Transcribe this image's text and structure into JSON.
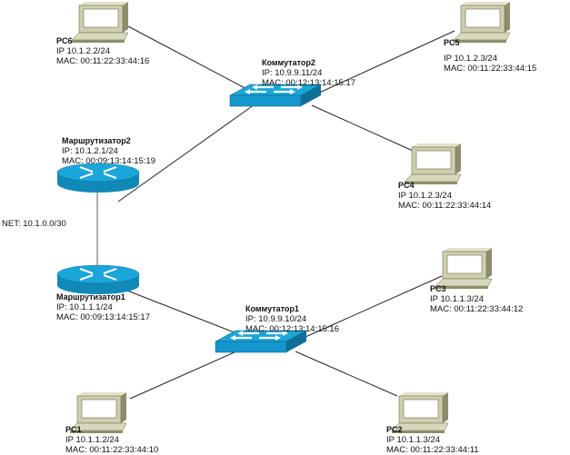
{
  "diagram": {
    "type": "network-topology",
    "nodes": [
      {
        "id": "pc6",
        "kind": "pc",
        "name": "PC6",
        "ip": "IP 10.1.2.2/24",
        "mac": "MAC: 00:11:22:33:44:16"
      },
      {
        "id": "pc5",
        "kind": "pc",
        "name": "PC5",
        "ip": "IP 10.1.2.3/24",
        "mac": "MAC: 00:11:22:33:44:15"
      },
      {
        "id": "pc4",
        "kind": "pc",
        "name": "PC4",
        "ip": "IP 10.1.2.3/24",
        "mac": "MAC: 00:11:22:33:44:14"
      },
      {
        "id": "sw2",
        "kind": "switch",
        "name": "Коммутатор2",
        "ip": "IP: 10.9.9.11/24",
        "mac": "MAC: 00:12:13:14:15:17"
      },
      {
        "id": "r2",
        "kind": "router",
        "name": "Маршрутизатор2",
        "ip": "IP: 10.1.2.1/24",
        "mac": "MAC: 00:09:13:14:15:19"
      },
      {
        "id": "r1",
        "kind": "router",
        "name": "Маршрутизатор1",
        "ip": "IP: 10.1.1.1/24",
        "mac": "MAC: 00:09:13:14:15:17"
      },
      {
        "id": "sw1",
        "kind": "switch",
        "name": "Коммутатор1",
        "ip": "IP: 10.9.9.10/24",
        "mac": "MAC: 00:12:13:14:15:16"
      },
      {
        "id": "pc3",
        "kind": "pc",
        "name": "PC3",
        "ip": "IP 10.1.1.3/24",
        "mac": "MAC: 00:11:22:33:44:12"
      },
      {
        "id": "pc1",
        "kind": "pc",
        "name": "PC1",
        "ip": "IP 10.1.1.2/24",
        "mac": "MAC: 00:11:22:33:44:10"
      },
      {
        "id": "pc2",
        "kind": "pc",
        "name": "PC2",
        "ip": "IP 10.1.1.3/24",
        "mac": "MAC: 00:11:22:33:44:11"
      }
    ],
    "links": [
      {
        "from": "pc6",
        "to": "sw2"
      },
      {
        "from": "pc5",
        "to": "sw2"
      },
      {
        "from": "pc4",
        "to": "sw2"
      },
      {
        "from": "r2",
        "to": "sw2"
      },
      {
        "from": "r2",
        "to": "r1",
        "label": "NET: 10.1.0.0/30"
      },
      {
        "from": "r1",
        "to": "sw1"
      },
      {
        "from": "pc3",
        "to": "sw1"
      },
      {
        "from": "pc1",
        "to": "sw1"
      },
      {
        "from": "pc2",
        "to": "sw1"
      }
    ],
    "colors": {
      "device_blue": "#1aa6d9",
      "device_blue_dark": "#0e6f96",
      "pc_body": "#cfcfb0",
      "pc_dark": "#8e8e6c",
      "link": "#222222"
    }
  }
}
